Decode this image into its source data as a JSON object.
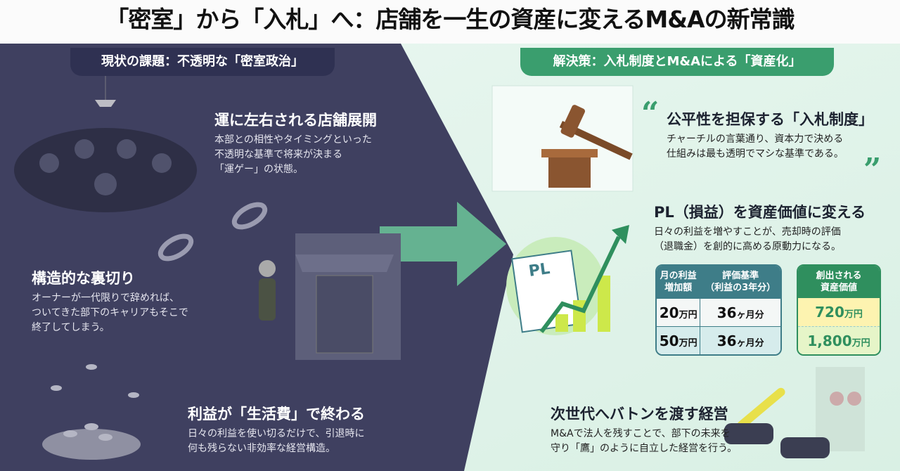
{
  "title": "「密室」から「入札」へ：店舗を一生の資産に変えるM&Aの新常識",
  "left": {
    "header": "現状の課題：不透明な「密室政治」",
    "sections": [
      {
        "title": "運に左右される店舗展開",
        "body": [
          "本部との相性やタイミングといった",
          "不透明な基準で将来が決まる",
          "「運ゲー」の状態。"
        ]
      },
      {
        "title": "構造的な裏切り",
        "body": [
          "オーナーが一代限りで辞めれば、",
          "ついてきた部下のキャリアもそこで",
          "終了してしまう。"
        ]
      },
      {
        "title": "利益が「生活費」で終わる",
        "body": [
          "日々の利益を使い切るだけで、引退時に",
          "何も残らない非効率な経営構造。"
        ]
      }
    ]
  },
  "right": {
    "header": "解決策：入札制度とM&Aによる「資産化」",
    "open_quote": "“",
    "close_quote": "”",
    "sections": [
      {
        "title": "公平性を担保する「入札制度」",
        "body": [
          "チャーチルの言葉通り、資本力で決める",
          "仕組みは最も透明でマシな基準である。"
        ]
      },
      {
        "title": "PL（損益）を資産価値に変える",
        "body": [
          "日々の利益を増やすことが、売却時の評価",
          "（退職金）を創的に高める原動力になる。"
        ]
      },
      {
        "title": "次世代へバトンを渡す経営",
        "body": [
          "M&Aで法人を残すことで、部下の未来を",
          "守り「鷹」のように自立した経営を行う。"
        ]
      }
    ],
    "pl_label": "PL",
    "table": {
      "headers": [
        [
          "月の利益",
          "増加額"
        ],
        [
          "評価基準",
          "（利益の3年分）"
        ]
      ],
      "rows": [
        {
          "profit": "20",
          "profit_unit": "万円",
          "basis": "36",
          "basis_unit": "ヶ月分"
        },
        {
          "profit": "50",
          "profit_unit": "万円",
          "basis": "36",
          "basis_unit": "ヶ月分"
        }
      ],
      "result_header": [
        "創出される",
        "資産価値"
      ],
      "results": [
        {
          "value": "720",
          "unit": "万円"
        },
        {
          "value": "1,800",
          "unit": "万円"
        }
      ]
    }
  },
  "colors": {
    "dark": "#3f4060",
    "navy": "#2f3152",
    "mint": "#e4f4ec",
    "green": "#3a9e6e",
    "teal": "#3e7d88"
  }
}
